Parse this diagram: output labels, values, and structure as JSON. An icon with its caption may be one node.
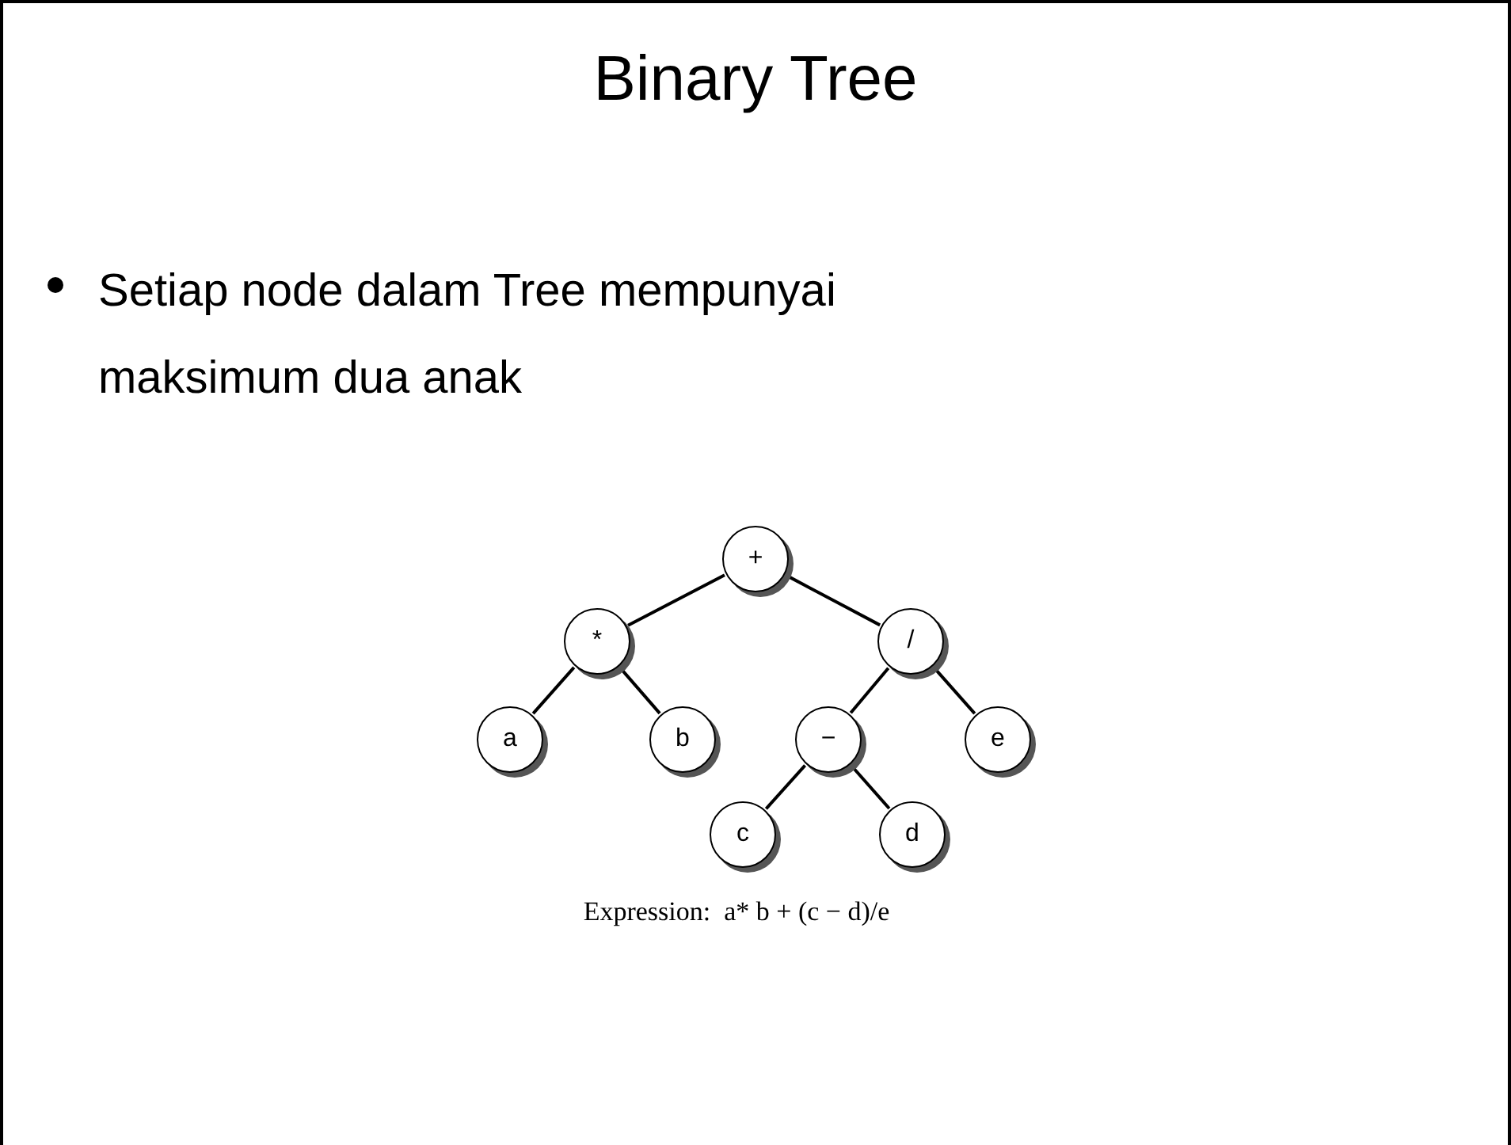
{
  "diagram": {
    "title": "Binary Tree",
    "nodes": [
      {
        "text": [
          "+"
        ]
      },
      {
        "text": [
          "*"
        ]
      },
      {
        "text": [
          "/"
        ]
      },
      {
        "text": [
          "a"
        ]
      },
      {
        "text": [
          "b"
        ]
      },
      {
        "text": [
          "−"
        ]
      },
      {
        "text": [
          "e"
        ]
      },
      {
        "text": [
          "c"
        ]
      },
      {
        "text": [
          "d"
        ]
      }
    ],
    "edges": [
      {
        "from": 0,
        "to": 1,
        "arrow": "none"
      },
      {
        "from": 0,
        "to": 2,
        "arrow": "none"
      },
      {
        "from": 1,
        "to": 3,
        "arrow": "none"
      },
      {
        "from": 1,
        "to": 4,
        "arrow": "none"
      },
      {
        "from": 2,
        "to": 5,
        "arrow": "none"
      },
      {
        "from": 2,
        "to": 6,
        "arrow": "none"
      },
      {
        "from": 5,
        "to": 7,
        "arrow": "none"
      },
      {
        "from": 5,
        "to": 8,
        "arrow": "none"
      }
    ],
    "labels": [
      "Setiap node dalam Tree mempunyai maksimum dua anak"
    ],
    "caption": "Expression:  a* b + (c − d)/e"
  }
}
